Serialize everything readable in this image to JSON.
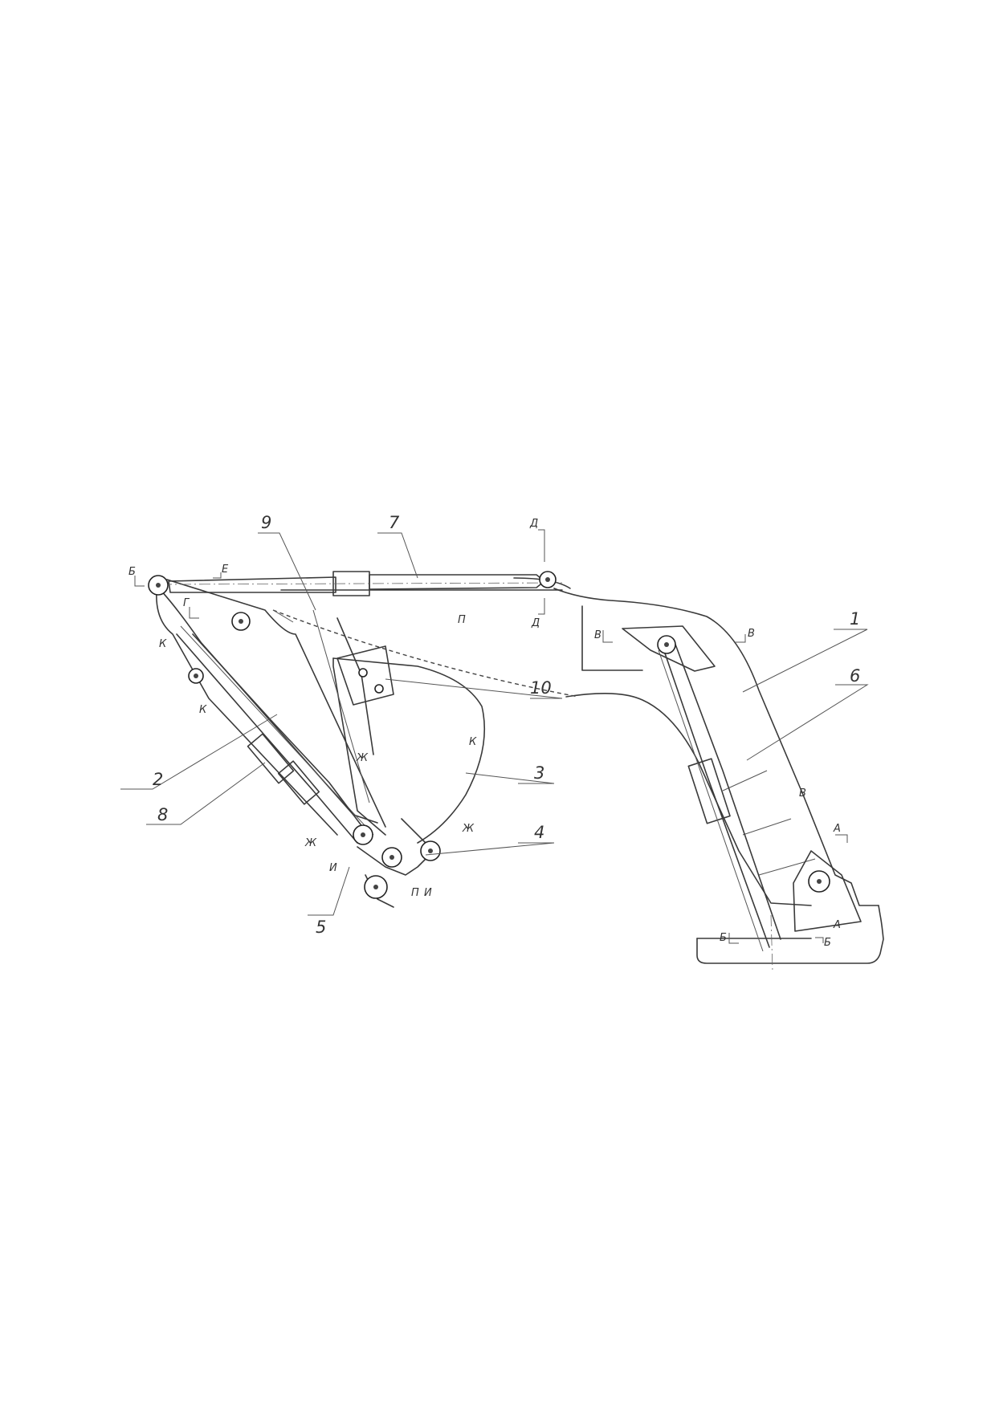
{
  "drawing": {
    "callouts": [
      {
        "id": "c1",
        "text": "1"
      },
      {
        "id": "c2",
        "text": "2"
      },
      {
        "id": "c3",
        "text": "3"
      },
      {
        "id": "c4",
        "text": "4"
      },
      {
        "id": "c5",
        "text": "5"
      },
      {
        "id": "c6",
        "text": "6"
      },
      {
        "id": "c7",
        "text": "7"
      },
      {
        "id": "c8",
        "text": "8"
      },
      {
        "id": "c9",
        "text": "9"
      },
      {
        "id": "c10",
        "text": "10"
      }
    ],
    "section_marks": {
      "A": "А",
      "B": "Б",
      "V": "В",
      "G": "Г",
      "D": "Д",
      "E": "Е",
      "Zh": "Ж",
      "I": "И",
      "K": "К",
      "P": "П"
    }
  }
}
